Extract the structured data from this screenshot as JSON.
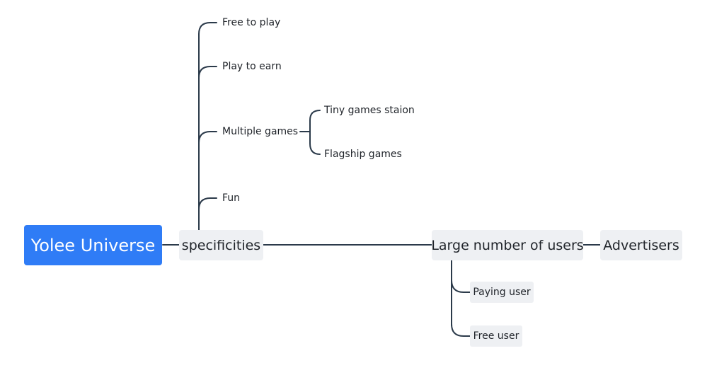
{
  "root": {
    "label": "Yolee Universe"
  },
  "branches": {
    "specificities": {
      "label": "specificities",
      "children": [
        {
          "label": "Free to play"
        },
        {
          "label": "Play to earn"
        },
        {
          "label": "Multiple games",
          "children": [
            {
              "label": "Tiny games staion"
            },
            {
              "label": "Flagship games"
            }
          ]
        },
        {
          "label": "Fun"
        }
      ]
    },
    "users": {
      "label": "Large number of users",
      "children": [
        {
          "label": "Paying user"
        },
        {
          "label": "Free user"
        }
      ]
    },
    "advertisers": {
      "label": "Advertisers"
    }
  },
  "colors": {
    "root": "#2f7cf6",
    "node_fill": "#eef0f3",
    "connector": "#2b3a4a",
    "text": "#1f2329"
  }
}
